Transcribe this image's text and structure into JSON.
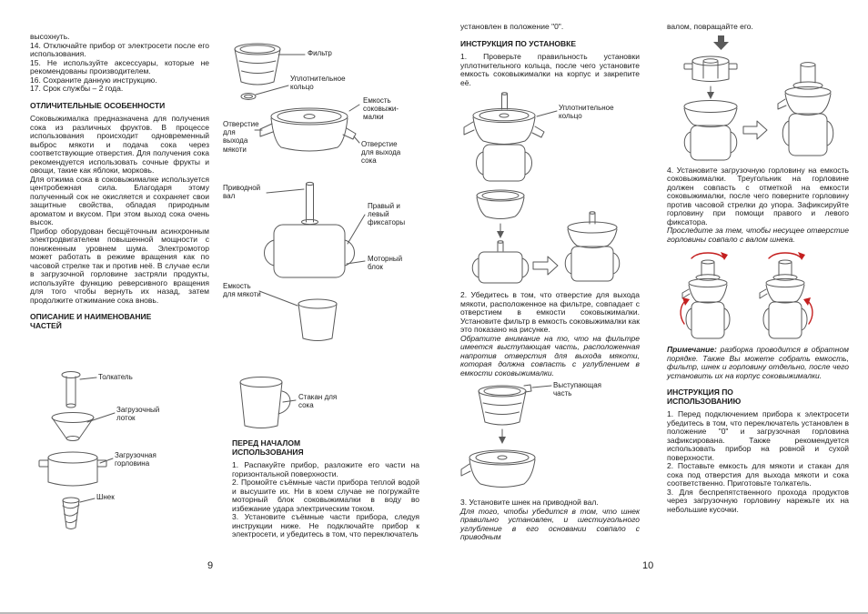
{
  "colors": {
    "accent_red": "#c41f1f",
    "line": "#5a5a5a"
  },
  "page9": {
    "page_number": "9",
    "col1": {
      "p0": "высохнуть.",
      "item14": "14. Отключайте прибор от электросети после его использования.",
      "item15": "15. Не используйте аксессуары, которые не рекомендованы производителем.",
      "item16": "16. Сохраните данную инструкцию.",
      "item17": "17. Срок службы – 2 года.",
      "h_features": "ОТЛИЧИТЕЛЬНЫЕ ОСОБЕННОСТИ",
      "p_features1": "Соковыжималка предназначена для получения сока из различных фруктов. В процессе использования происходит одновременный выброс мякоти и подача сока через соответствующие отверстия. Для получения сока рекомендуется использовать сочные фрукты и овощи, такие как яблоки, морковь.",
      "p_features2": "Для отжима сока в соковыжималке используется центробежная сила. Благодаря этому полученный сок не окисляется и сохраняет свои защитные свойства, обладая природным ароматом и вкусом. При этом выход сока очень высок.",
      "p_features3": "Прибор оборудован бесщёточным асинхронным электродвигателем повышенной мощности с пониженным уровнем шума. Электромотор может работать в режиме вращения как по часовой стрелке так и против неё. В случае если в загрузочной горловине застряли продукты, используйте функцию реверсивного вращения для того чтобы вернуть их назад, затем продолжите отжимание сока вновь.",
      "h_parts": "ОПИСАНИЕ И НАИМЕНОВАНИЕ\nЧАСТЕЙ",
      "labels": {
        "pusher": "Толкатель",
        "tray": "Загрузочный\nлоток",
        "chute": "Загрузочная\nгорловина",
        "auger": "Шнек"
      }
    },
    "col2": {
      "labels": {
        "filter": "Фильтр",
        "ring": "Уплотнительное\nкольцо",
        "bowl": "Емкость\nсоковыжи-\nмалки",
        "pulp_outlet": "Отверстие\nдля\nвыхода\nмякоти",
        "juice_outlet": "Отверстие\nдля выхода\nсока",
        "shaft": "Приводной\nвал",
        "fixators": "Правый и\nлевый\nфиксаторы",
        "motor": "Моторный\nблок",
        "pulp_container": "Емкость\nдля мякоти",
        "juice_cup": "Стакан для\nсока"
      },
      "h_before": "ПЕРЕД НАЧАЛОМ\nИСПОЛЬЗОВАНИЯ",
      "p1": "1. Распакуйте прибор, разложите его части на горизонтальной поверхности.",
      "p2": "2. Промойте съёмные части прибора теплой водой и высушите их. Ни в коем случае не погружайте моторный блок соковыжималки в воду во избежание удара электрическим током.",
      "p3": "3. Установите съёмные части прибора, следуя инструкции ниже. Не подключайте прибор к электросети, и убедитесь в том, что переключатель"
    }
  },
  "page10": {
    "page_number": "10",
    "col3": {
      "p0": "установлен в положение \"0\".",
      "h_install": "ИНСТРУКЦИЯ ПО УСТАНОВКЕ",
      "p1": "1. Проверьте правильность установки уплотнительного кольца, после чего установите емкость соковыжималки на корпус и закрепите её.",
      "label_ring": "Уплотнительное\nкольцо",
      "p2": "2. Убедитесь в том, что отверстие для выхода мякоти, расположенное на фильтре, совпадает с отверстием в емкости соковыжималки. Установите фильтр в емкость соковыжималки как это показано на рисунке.",
      "note_attention": "Обратите внимание на то, что на фильтре имеется выступающая часть, расположенная напротив отверстия для выхода мякоти, которая должна совпасть с углублением в емкости соковыжималки.",
      "label_protrusion": "Выступающая\nчасть",
      "p3": "3. Установите шнек на приводной вал.",
      "note_check": "Для того, чтобы убедится в том, что шнек правильно установлен, и шестиугольного углубление в его основании совпало с приводным"
    },
    "col4": {
      "p0": "валом, повращайте его.",
      "p1": "4. Установите загрузочную горловину на емкость соковыжималки. Треугольник на горловине должен совпасть с отметкой на емкости соковыжималки, после чего поверните горловину против часовой стрелки до упора. Зафиксируйте горловину при помощи правого и левого фиксатора.",
      "note_follow": "Проследите за тем, чтобы несущее отверстие горловины совпало с валом шнека.",
      "note_label": "Примечание:",
      "note_text": " разборка проводится в обратном порядке. Также Вы можете собрать емкость, фильтр, шнек и горловину отдельно, после чего установить их на корпус соковыжималки.",
      "h_use": "ИНСТРУКЦИЯ ПО\nИСПОЛЬЗОВАНИЮ",
      "p2": "1. Перед подключением прибора к электросети убедитесь в том, что переключатель установлен в положение \"0\" и загрузочная горловина зафиксирована. Также рекомендуется использовать прибор на ровной и сухой поверхности.",
      "p3": "2. Поставьте емкость для мякоти и стакан для сока под отверстия для выхода мякоти и сока соответственно. Приготовьте толкатель.",
      "p4": "3. Для беспрепятственного прохода продуктов через загрузочную горловину нарежьте их на небольшие кусочки."
    }
  }
}
